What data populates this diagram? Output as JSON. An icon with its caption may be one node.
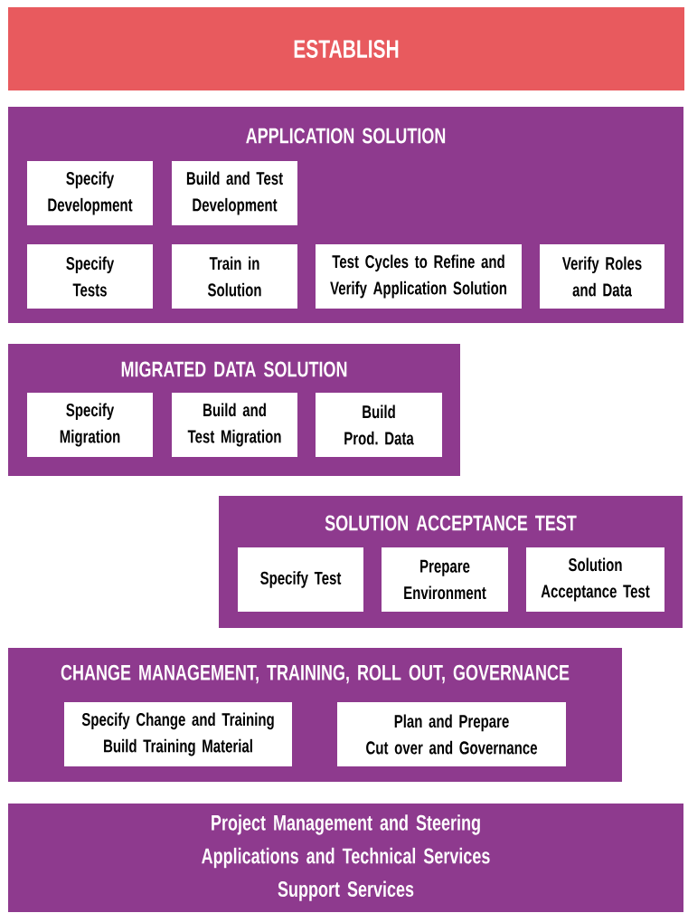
{
  "diagram": {
    "nodes": [
      {
        "text": [
          "ESTABLISH"
        ]
      },
      {
        "text": [
          "APPLICATION SOLUTION"
        ]
      },
      {
        "text": [
          "Specify Development"
        ],
        "in": 1
      },
      {
        "text": [
          "Build and Test Development"
        ],
        "in": 1
      },
      {
        "text": [
          "Specify Tests"
        ],
        "in": 1
      },
      {
        "text": [
          "Train in Solution"
        ],
        "in": 1
      },
      {
        "text": [
          "Test Cycles to Refine and Verify Application Solution"
        ],
        "in": 1
      },
      {
        "text": [
          "Verify Roles and Data"
        ],
        "in": 1
      },
      {
        "text": [
          "MIGRATED DATA SOLUTION"
        ]
      },
      {
        "text": [
          "Specify Migration"
        ],
        "in": 8
      },
      {
        "text": [
          "Build and Test Migration"
        ],
        "in": 8
      },
      {
        "text": [
          "Build Prod. Data"
        ],
        "in": 8
      },
      {
        "text": [
          "SOLUTION ACCEPTANCE TEST"
        ]
      },
      {
        "text": [
          "Specify Test"
        ],
        "in": 12
      },
      {
        "text": [
          "Prepare Environment"
        ],
        "in": 12
      },
      {
        "text": [
          "Solution Acceptance Test"
        ],
        "in": 12
      },
      {
        "text": [
          "CHANGE MANAGEMENT, TRAINING, ROLL OUT, GOVERNANCE"
        ]
      },
      {
        "text": [
          "Specify Change and Training",
          "Build Training Material"
        ],
        "in": 16
      },
      {
        "text": [
          "Plan and Prepare",
          "Cut over and Governance"
        ],
        "in": 16
      },
      {
        "text": [
          "Project Management and Steering",
          "Applications and Technical Services",
          "Support Services"
        ]
      }
    ]
  }
}
